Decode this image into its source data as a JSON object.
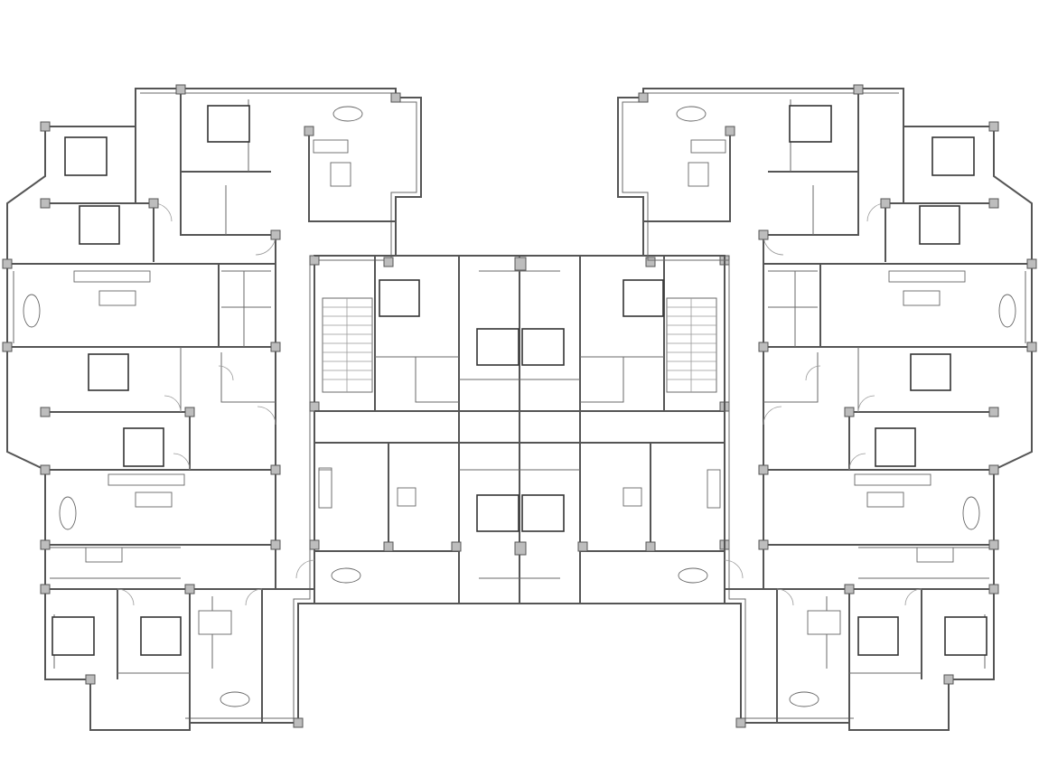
{
  "plan": {
    "kind": "residential floor plan",
    "line_color": "#555555",
    "column_fill": "#bdbdbd",
    "background": "#ffffff",
    "wings": [
      "left-wing",
      "right-wing"
    ],
    "core": [
      "left-stair",
      "right-stair",
      "central-corridor"
    ]
  }
}
